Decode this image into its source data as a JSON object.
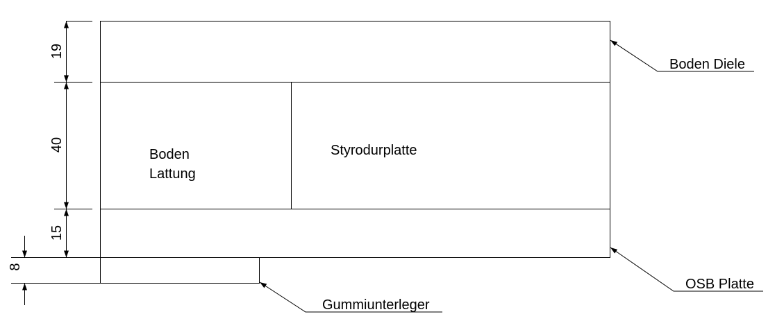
{
  "dimensions": {
    "boden_diele": "19",
    "lattung": "40",
    "osb": "15",
    "gummi": "8"
  },
  "labels": {
    "boden_diele": "Boden Diele",
    "osb_platte": "OSB Platte",
    "gummiunterleger": "Gummiunterleger",
    "styrodurplatte": "Styrodurplatte",
    "boden_lattung_line1": "Boden",
    "boden_lattung_line2": "Lattung"
  },
  "colors": {
    "line": "#000000",
    "background": "#ffffff"
  }
}
